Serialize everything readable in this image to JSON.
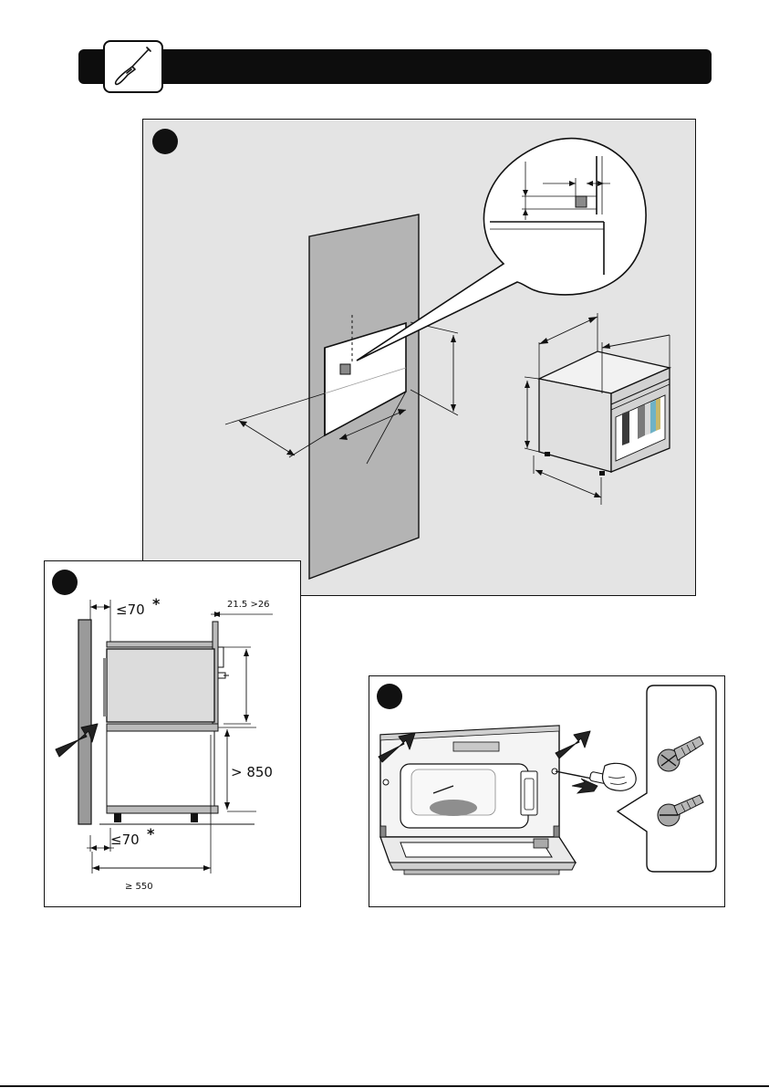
{
  "dimensions": {
    "max_side_gap_top": "≤70",
    "asterisk_top": "*",
    "front_panel_range": "21.5 >26",
    "min_height": "> 850",
    "max_side_gap_bottom": "≤70",
    "asterisk_bottom": "*",
    "min_depth": "≥ 550"
  },
  "icons": {
    "header": "screwdriver-icon",
    "screw": "screw-icon",
    "arrow": "arrow-icon",
    "hand": "hand-with-screwdriver-icon"
  },
  "colors": {
    "header_bar": "#0d0d0d",
    "panel_1_bg": "#e4e4e4",
    "wall": "#b4b4b4",
    "cabinet_side": "#9a9a9a",
    "oven_body": "#dcdcdc"
  }
}
